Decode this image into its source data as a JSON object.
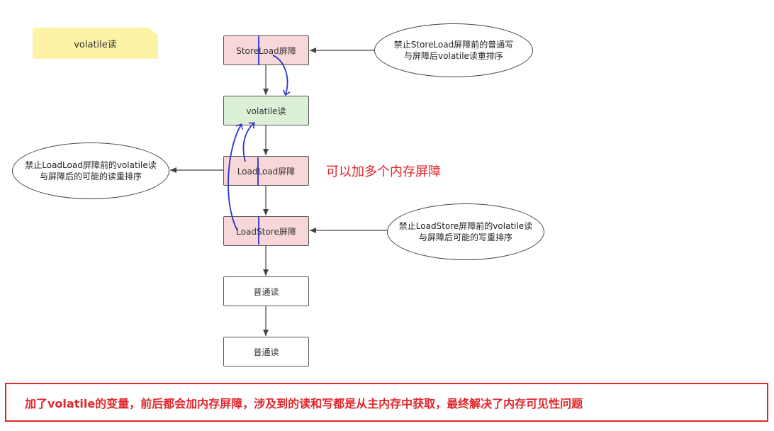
{
  "note": {
    "label": "volatile读"
  },
  "nodes": {
    "storeload": "StoreLoad屏障",
    "volatile_read": "volatile读",
    "loadload": "LoadLoad屏障",
    "loadstore": "LoadStore屏障",
    "normal_read_1": "普通读",
    "normal_read_2": "普通读"
  },
  "ellipses": {
    "storeload": {
      "line1": "禁止StoreLoad屏障前的普通写",
      "line2": "与屏障后volatile读重排序"
    },
    "loadload": {
      "line1": "禁止LoadLoad屏障前的volatile读",
      "line2": "与屏障后的可能的读重排序"
    },
    "loadstore": {
      "line1": "禁止LoadStore屏障前的volatile读",
      "line2": "与屏障后可能的写重排序"
    }
  },
  "annotation": "可以加多个内存屏障",
  "banner": "加了volatile的变量，前后都会加内存屏障，涉及到的读和写都是从主内存中获取，最终解决了内存可见性问题",
  "colors": {
    "barrier": "#f8d7d8",
    "volatile": "#dcf0d8",
    "note": "#fdf3a7",
    "red": "#e0262b",
    "blue": "#2a35c9"
  }
}
